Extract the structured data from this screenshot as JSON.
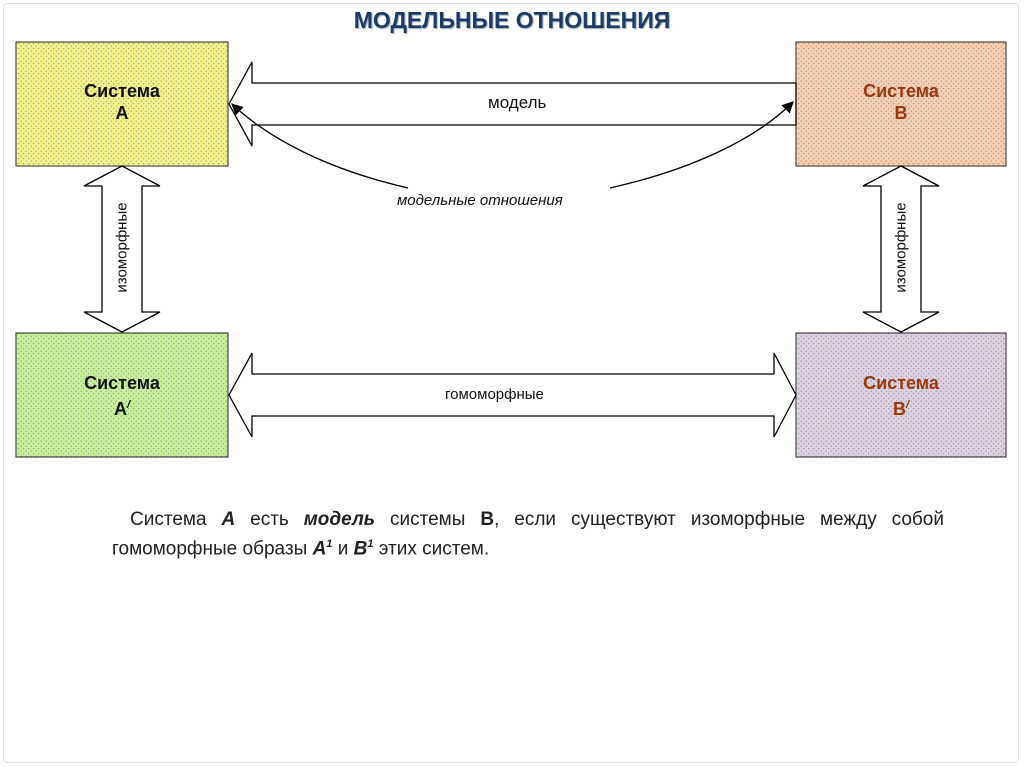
{
  "title": "МОДЕЛЬНЫЕ ОТНОШЕНИЯ",
  "colors": {
    "box_a": "#f2f28a",
    "box_b": "#f7cfb0",
    "box_a1": "#c8ee9a",
    "box_b1": "#ddd0e0",
    "text_dark": "#111111",
    "text_brown": "#9a3a10"
  },
  "boxes": {
    "a": {
      "line1": "Система",
      "line2": "А"
    },
    "b": {
      "line1": "Система",
      "line2": "В"
    },
    "a1": {
      "line1": "Система",
      "line2": "А",
      "sup": "/"
    },
    "b1": {
      "line1": "Система",
      "line2": "В",
      "sup": "/"
    }
  },
  "arrows": {
    "model": "модель",
    "model_relations": "модельные отношения",
    "isomorphic_left": "изоморфные",
    "isomorphic_right": "изоморфные",
    "homomorphic": "гомоморфные"
  },
  "caption": {
    "p1": "Система ",
    "a": "А",
    "p2": " есть ",
    "model": "модель",
    "p3": " системы ",
    "b": "В",
    "p4": ", если существуют изоморфные между собой гомоморфные образы ",
    "a1": "А",
    "sup1": "1",
    "p5": " и ",
    "b1": "В",
    "sup2": "1",
    "p6": " этих систем."
  }
}
